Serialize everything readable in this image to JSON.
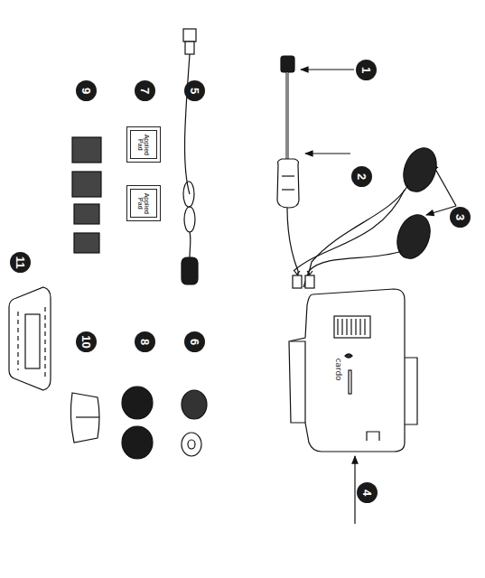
{
  "diagram": {
    "nodes": [
      {
        "text": [
          "1"
        ]
      },
      {
        "text": [
          "2"
        ]
      },
      {
        "text": [
          "3"
        ]
      },
      {
        "text": [
          "4"
        ]
      },
      {
        "text": [
          "5"
        ]
      },
      {
        "text": [
          "6"
        ]
      },
      {
        "text": [
          "7"
        ]
      },
      {
        "text": [
          "8"
        ]
      },
      {
        "text": [
          "9"
        ]
      },
      {
        "text": [
          "10"
        ]
      },
      {
        "text": [
          "11"
        ]
      },
      {
        "text": [
          "cardo"
        ]
      },
      {
        "text": [
          "Applied Pad"
        ]
      },
      {
        "text": [
          "Applied Pad"
        ]
      }
    ]
  }
}
